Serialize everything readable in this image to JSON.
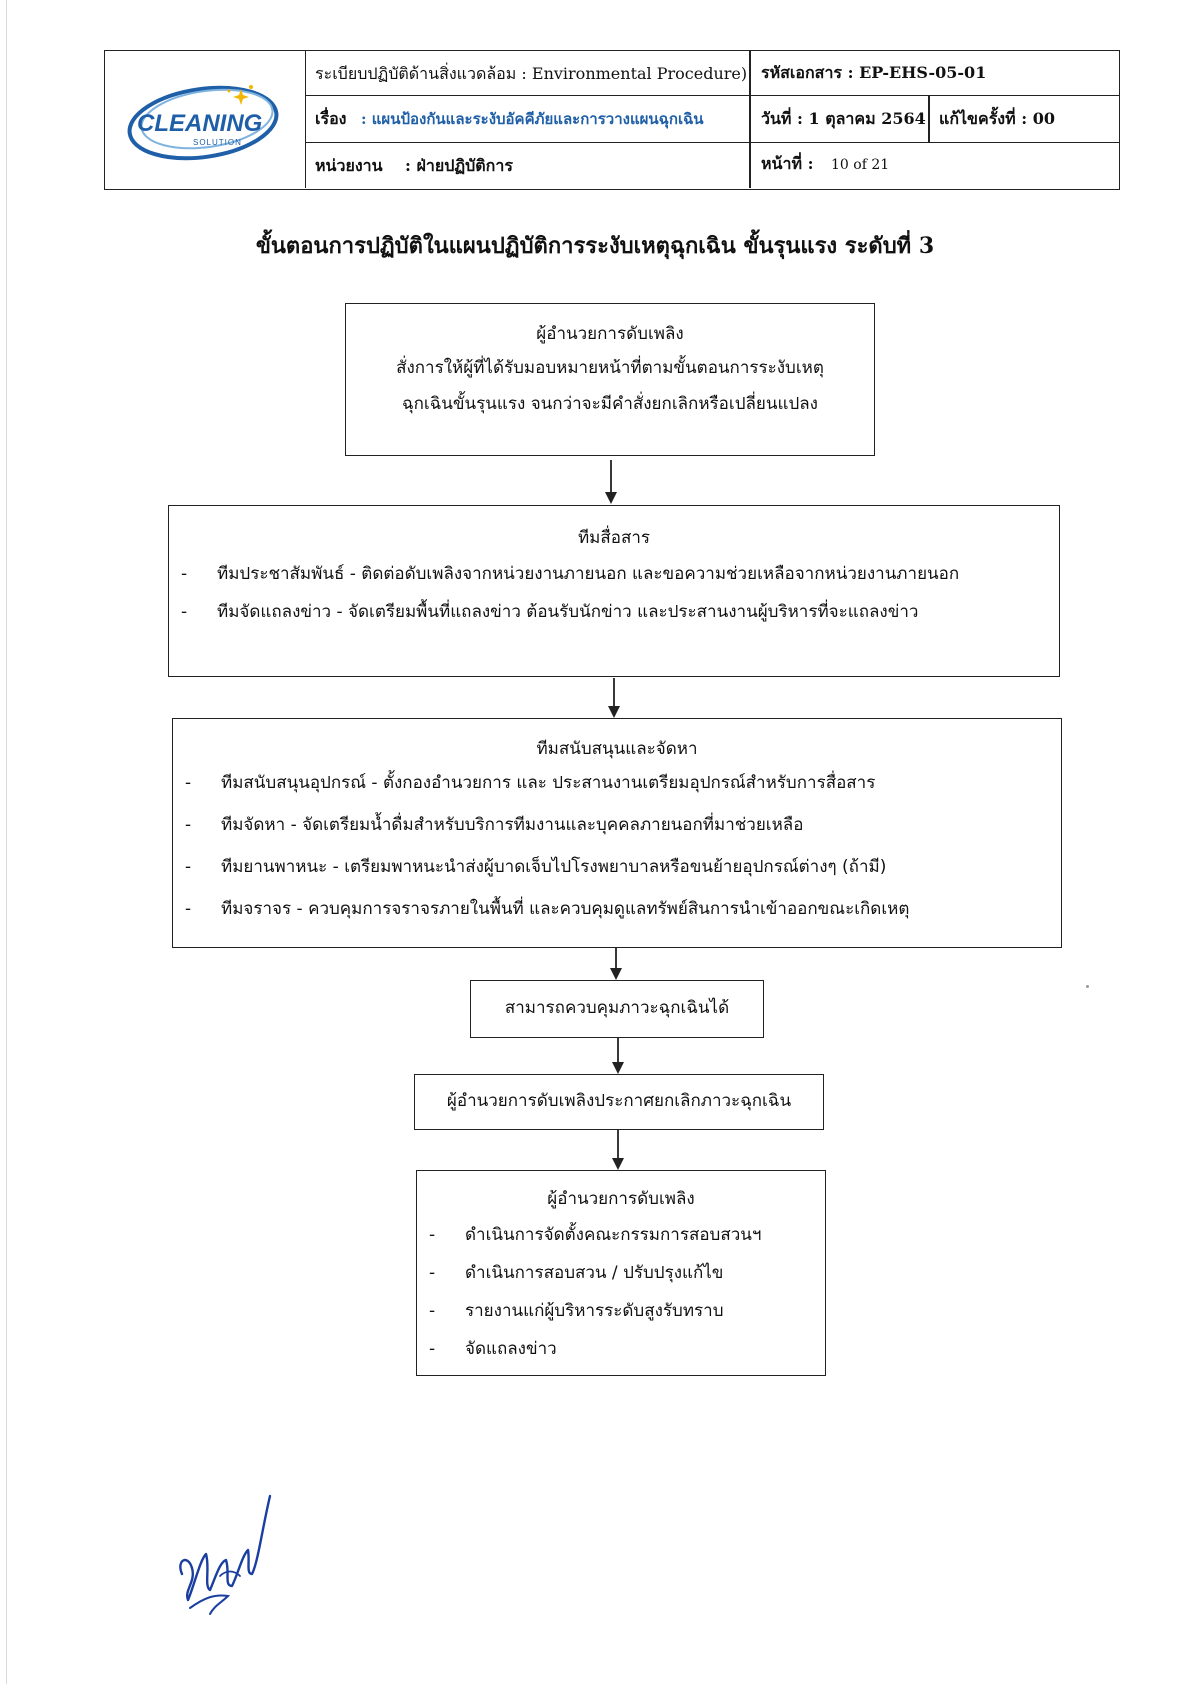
{
  "header": {
    "logo_text": "CLEANING",
    "logo_subtext": "SOLUTION",
    "procedure": "ระเบียบปฏิบัติด้านสิ่งแวดล้อม : Environmental Procedure)",
    "doc_code_label": "รหัสเอกสาร : EP-EHS-05-01",
    "subject_label": "เรื่อง",
    "subject_value": ": แผนป้องกันและระงับอัคคีภัยและการวางแผนฉุกเฉิน",
    "date_label": "วันที่ : 1 ตุลาคม 2564",
    "revision_label": "แก้ไขครั้งที่ : 00",
    "department_label": "หน่วยงาน",
    "department_value": ": ฝ่ายปฏิบัติการ",
    "page_label": "หน้าที่ :",
    "page_value": "10 of 21"
  },
  "title": "ขั้นตอนการปฏิบัติในแผนปฏิบัติการระงับเหตุฉุกเฉิน ขั้นรุนแรง ระดับที่ 3",
  "flow": {
    "step1": {
      "title": "ผู้อำนวยการดับเพลิง",
      "lines": [
        "สั่งการให้ผู้ที่ได้รับมอบหมายหน้าที่ตามขั้นตอนการระงับเหตุ",
        "ฉุกเฉินขั้นรุนแรง จนกว่าจะมีคำสั่งยกเลิกหรือเปลี่ยนแปลง"
      ]
    },
    "step2": {
      "title": "ทีมสื่อสาร",
      "bullet": "-",
      "items": [
        "ทีมประชาสัมพันธ์ - ติดต่อดับเพลิงจากหน่วยงานภายนอก และขอความช่วยเหลือจากหน่วยงานภายนอก",
        "ทีมจัดแถลงข่าว - จัดเตรียมพื้นที่แถลงข่าว ต้อนรับนักข่าว และประสานงานผู้บริหารที่จะแถลงข่าว"
      ]
    },
    "step3": {
      "title": "ทีมสนับสนุนและจัดหา",
      "bullet": "-",
      "items": [
        "ทีมสนับสนุนอุปกรณ์ - ตั้งกองอำนวยการ และ ประสานงานเตรียมอุปกรณ์สำหรับการสื่อสาร",
        "ทีมจัดหา - จัดเตรียมน้ำดื่มสำหรับบริการทีมงานและบุคคลภายนอกที่มาช่วยเหลือ",
        "ทีมยานพาหนะ - เตรียมพาหนะนำส่งผู้บาดเจ็บไปโรงพยาบาลหรือขนย้ายอุปกรณ์ต่างๆ (ถ้ามี)",
        "ทีมจราจร - ควบคุมการจราจรภายในพื้นที่ และควบคุมดูแลทรัพย์สินการนำเข้าออกขณะเกิดเหตุ"
      ]
    },
    "step4": {
      "text": "สามารถควบคุมภาวะฉุกเฉินได้"
    },
    "step5": {
      "text": "ผู้อำนวยการดับเพลิงประกาศยกเลิกภาวะฉุกเฉิน"
    },
    "step6": {
      "title": "ผู้อำนวยการดับเพลิง",
      "bullet": "-",
      "items": [
        "ดำเนินการจัดตั้งคณะกรรมการสอบสวนฯ",
        "ดำเนินการสอบสวน / ปรับปรุงแก้ไข",
        "รายงานแก่ผู้บริหารระดับสูงรับทราบ",
        "จัดแถลงข่าว"
      ]
    }
  },
  "colors": {
    "logo_blue": "#1f5fa8",
    "logo_gold": "#f2b705",
    "border": "#222222"
  }
}
